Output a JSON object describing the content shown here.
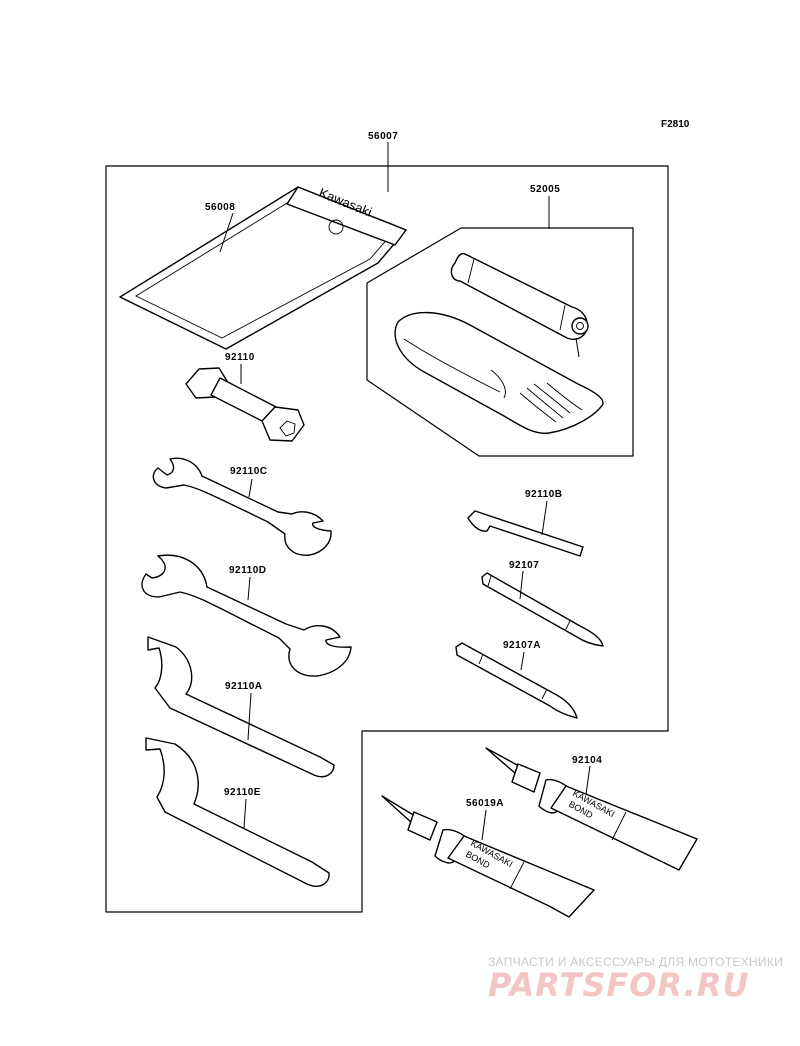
{
  "figure_code": "F2810",
  "parts": {
    "kit": "56007",
    "pouch": "56008",
    "case_kit": "52005",
    "box_wrench": "92110",
    "wrench_c": "92110C",
    "wrench_d": "92110D",
    "hook_wrench_a": "92110A",
    "hook_wrench_e": "92110E",
    "hex_key": "92110B",
    "screwdriver": "92107",
    "screwdriver_a": "92107A",
    "bond_tube": "92104",
    "bond_tube_a": "56019A"
  },
  "pouch_text": "Kawasaki",
  "tube_text": {
    "brand": "KAWASAKI",
    "product": "BOND"
  },
  "watermark": {
    "tagline": "ЗАПЧАСТИ И АКСЕССУАРЫ ДЛЯ МОТОТЕХНИКИ",
    "brand": "PARTSFOR.RU"
  },
  "colors": {
    "watermark_text": "#f3c6c6",
    "watermark_tagline": "#c9c9c9"
  }
}
